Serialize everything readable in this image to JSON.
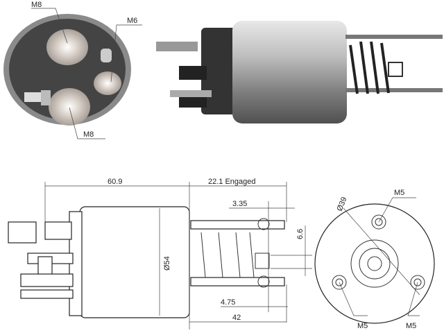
{
  "photo_end": {
    "labels": {
      "top_terminal": "M8",
      "small_terminal": "M6",
      "bottom_terminal": "M8"
    }
  },
  "side_view": {
    "dims": {
      "body_length": "60.9",
      "engaged": "22.1 Engaged",
      "offset_a": "3.35",
      "slot": "6.6",
      "diameter": "Ø54",
      "offset_b": "4.75",
      "plunger_length": "42"
    }
  },
  "end_view": {
    "dims": {
      "bolt_circle": "Ø39"
    },
    "labels": {
      "top_hole": "M5",
      "left_hole": "M5",
      "right_hole": "M5"
    }
  },
  "colors": {
    "body_metal": "#9a9a9a",
    "cap": "#3a3a3a",
    "line": "#222222"
  }
}
